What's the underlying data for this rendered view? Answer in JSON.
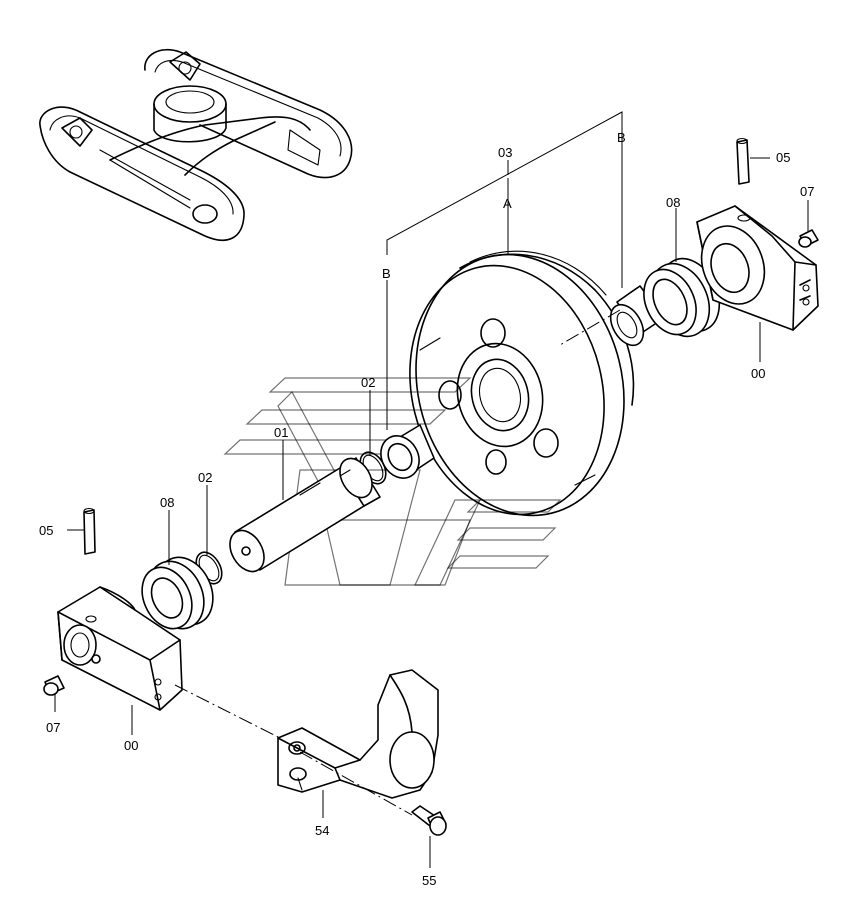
{
  "labels": {
    "p03": "03",
    "pA": "A",
    "pB_top": "B",
    "pB_left": "B",
    "p05_right": "05",
    "p07_right": "07",
    "p08_right": "08",
    "p00_right": "00",
    "p02_top": "02",
    "p01": "01",
    "p02_low": "02",
    "p08_left": "08",
    "p05_left": "05",
    "p07_left": "07",
    "p00_left": "00",
    "p54": "54",
    "p55": "55"
  },
  "icons": {
    "watermark": "company-logo-watermark"
  }
}
